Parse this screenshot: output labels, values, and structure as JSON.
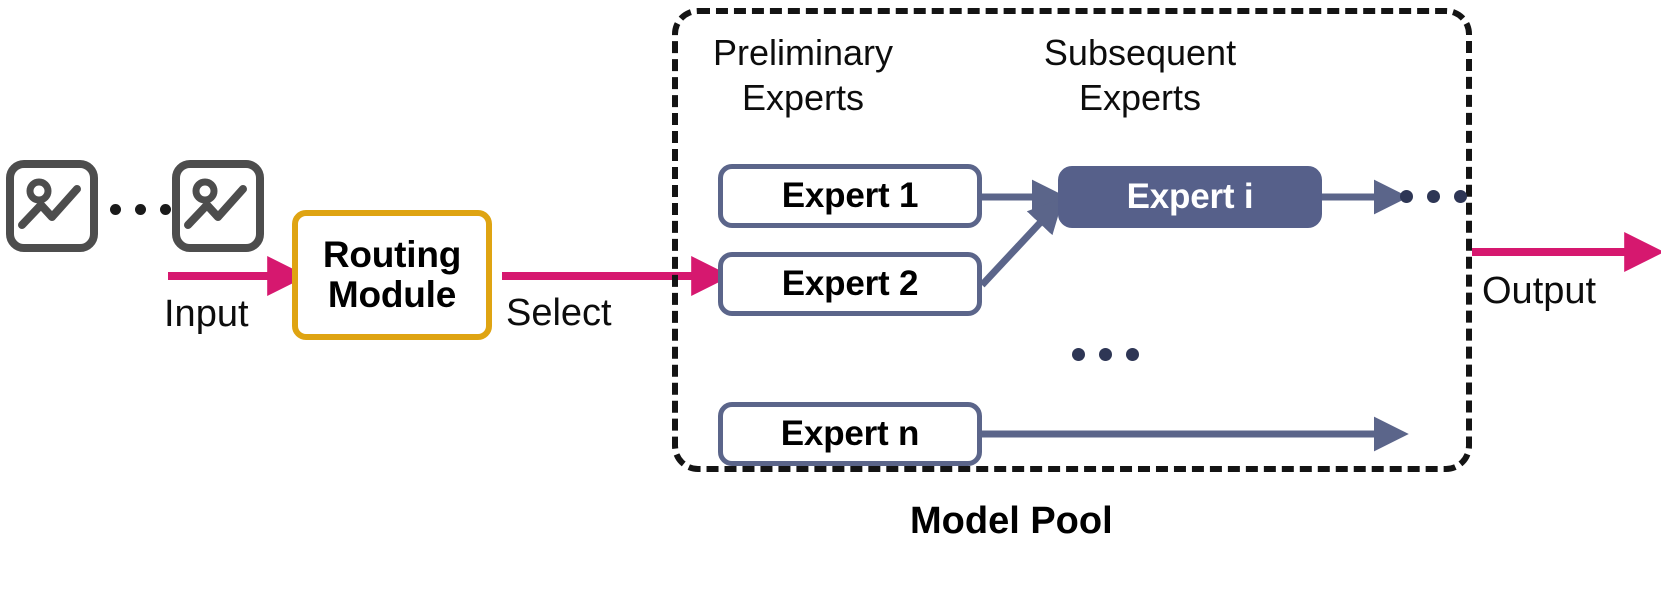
{
  "diagram": {
    "title_label": "Model Pool",
    "inputs": {
      "icon_name": "image-thumbnail-icon",
      "ellipsis": "•••",
      "input_label": "Input"
    },
    "routing": {
      "line1": "Routing",
      "line2": "Module",
      "select_label": "Select",
      "border_color": "#DFA412"
    },
    "pool": {
      "headers": {
        "preliminary_line1": "Preliminary",
        "preliminary_line2": "Experts",
        "subsequent_line1": "Subsequent",
        "subsequent_line2": "Experts"
      },
      "preliminary_experts": [
        {
          "label": "Expert 1"
        },
        {
          "label": "Expert 2"
        },
        {
          "label": "Expert n"
        }
      ],
      "vertical_ellipsis": "•••",
      "subsequent_experts": [
        {
          "label": "Expert i",
          "filled": true
        }
      ],
      "trailing_ellipsis": "•••",
      "box_border_color": "#5B658A",
      "box_fill_color": "#56608A"
    },
    "output": {
      "output_label": "Output",
      "arrow_color": "#D6186F"
    },
    "colors": {
      "pink": "#D6186F",
      "slate": "#5B658A",
      "amber": "#DFA412",
      "icon_gray": "#4d4d4d",
      "dashed": "#141414"
    }
  }
}
